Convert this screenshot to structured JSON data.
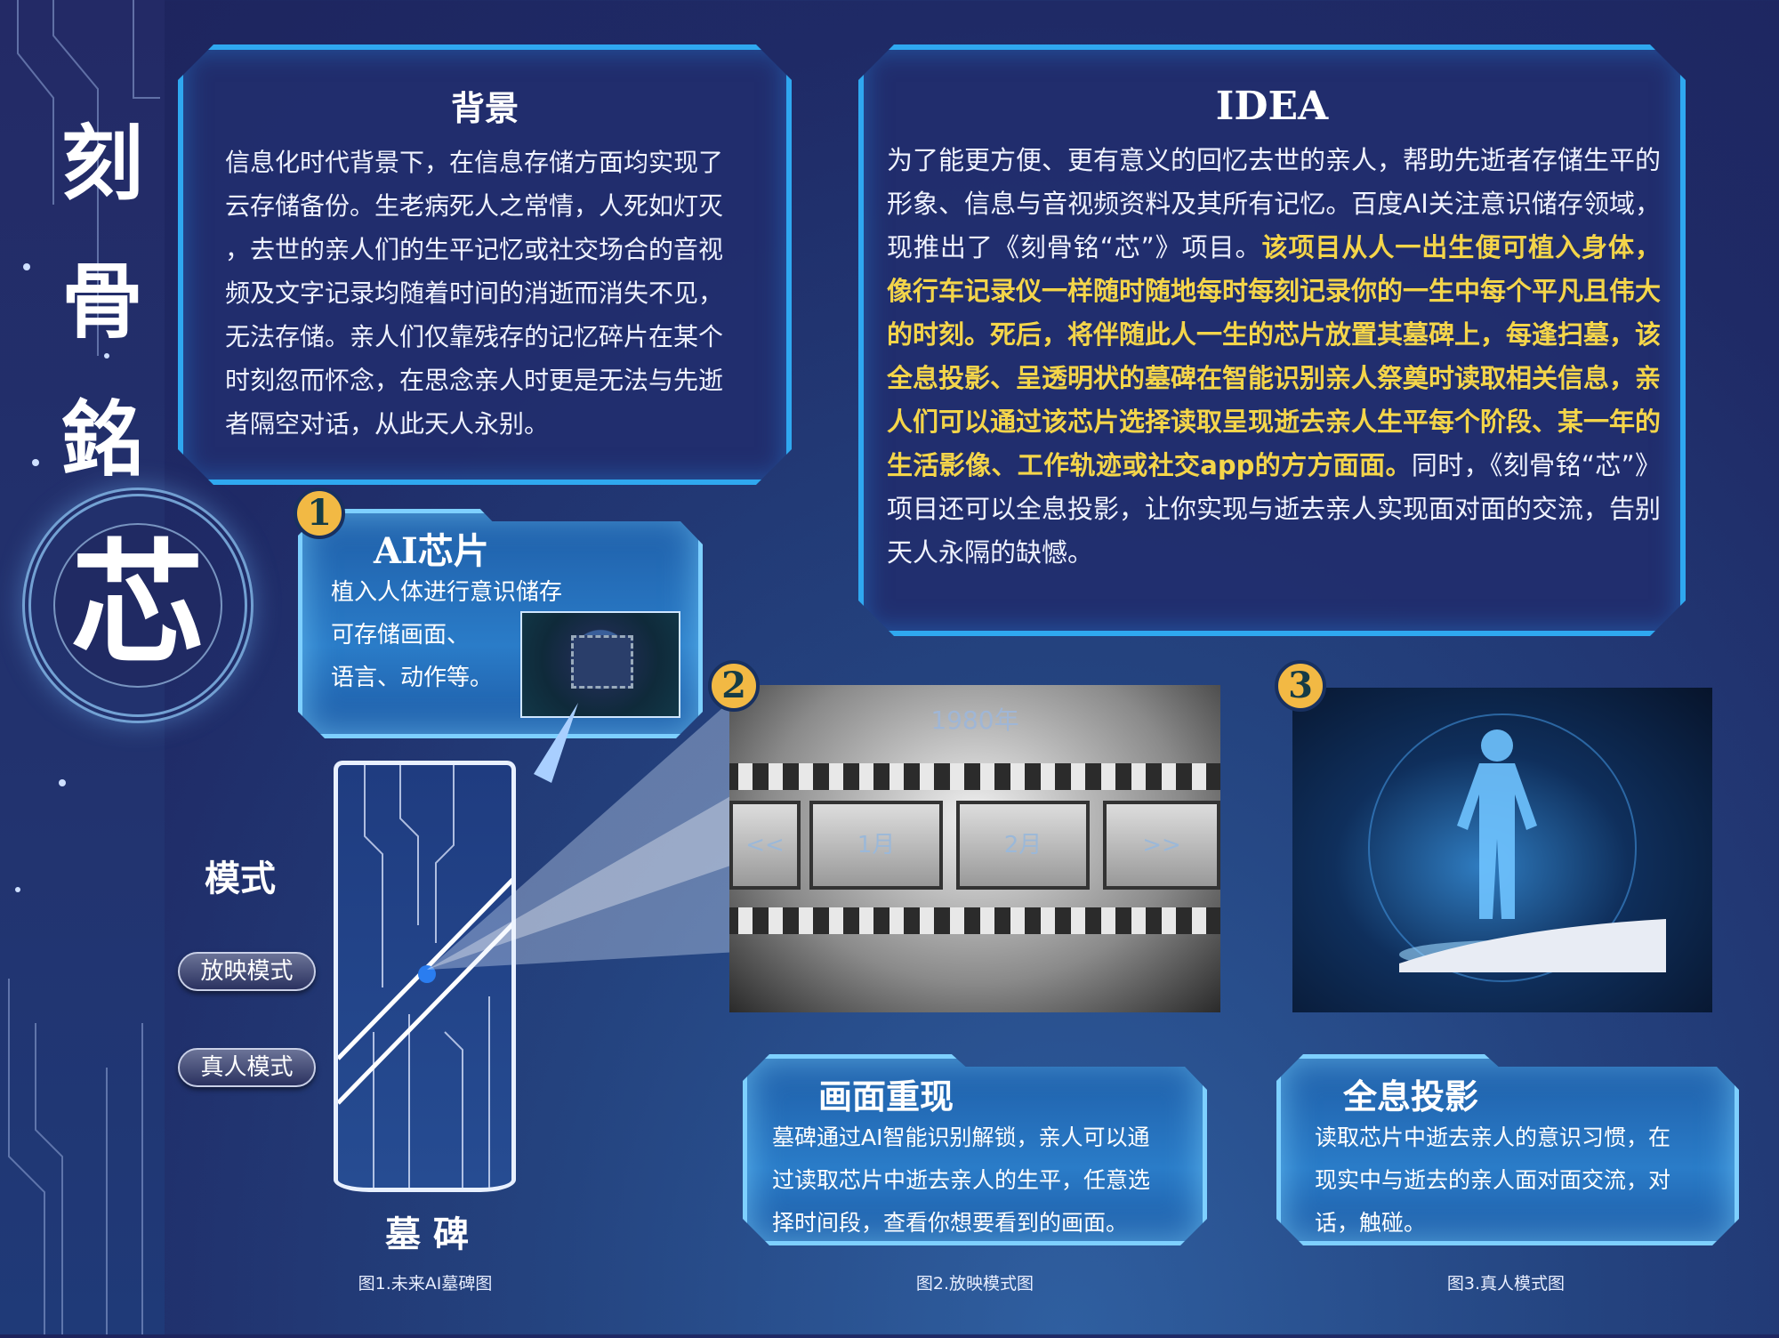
{
  "title_chars": [
    "刻",
    "骨",
    "銘"
  ],
  "title_core": "芯",
  "background": {
    "title": "背景",
    "lines": [
      "信息化时代背景下，在信息存储方面均实现了",
      "云存储备份。生老病死人之常情，人死如灯灭",
      "，去世的亲人们的生平记忆或社交场合的音视",
      "频及文字记录均随着时间的消逝而消失不见，",
      "无法存储。亲人们仅靠残存的记忆碎片在某个",
      "时刻忽而怀念，在思念亲人时更是无法与先逝",
      "者隔空对话，从此天人永别。"
    ]
  },
  "idea": {
    "title": "IDEA",
    "segments": [
      {
        "t": "为了能更方便、更有意义的回忆去世的亲人，帮助先逝者存储生平的形象、信息与音视频资料及其所有记忆。百度AI关注意识储存领域，现推出了《刻骨铭“芯”》项目。",
        "hl": false
      },
      {
        "t": "该项目从人一出生便可植入身体，像行车记录仪一样随时随地每时每刻记录你的一生中每个平凡且伟大的时刻。死后，将伴随此人一生的芯片放置其墓碑上，每逢扫墓，该全息投影、呈透明状的墓碑在智能识别亲人祭奠时读取相关信息，亲人们可以通过该芯片选择读取呈现逝去亲人生平每个阶段、某一年的生活影像、工作轨迹或社交app的方方面面。",
        "hl": true
      },
      {
        "t": "同时，《刻骨铭“芯”》项目还可以全息投影，让你实现与逝去亲人实现面对面的交流，告别天人永隔的缺憾。",
        "hl": false
      }
    ],
    "highlight_color": "#f4d54a"
  },
  "chip": {
    "badge": "1",
    "title": "AI芯片",
    "lines": [
      "植入人体进行意识储存",
      "可存储画面、",
      "语言、动作等。"
    ]
  },
  "mode": {
    "title": "模式",
    "buttons": [
      "放映模式",
      "真人模式"
    ]
  },
  "tomb": {
    "label": "墓 碑",
    "caption": "图1.未来AI墓碑图"
  },
  "film": {
    "badge": "2",
    "year": "1980年",
    "prev": "<<",
    "frames": [
      "1月",
      "2月"
    ],
    "next": ">>",
    "caption": "图2.放映模式图"
  },
  "holo": {
    "badge": "3",
    "caption": "图3.真人模式图"
  },
  "replay": {
    "title": "画面重现",
    "lines": [
      "墓碑通过AI智能识别解锁，亲人可以通",
      "过读取芯片中逝去亲人的生平，任意选",
      "择时间段，查看你想要看到的画面。"
    ]
  },
  "hologram": {
    "title": "全息投影",
    "lines": [
      "读取芯片中逝去亲人的意识习惯，在",
      "现实中与逝去的亲人面对面交流，对",
      "话，触碰。"
    ]
  }
}
